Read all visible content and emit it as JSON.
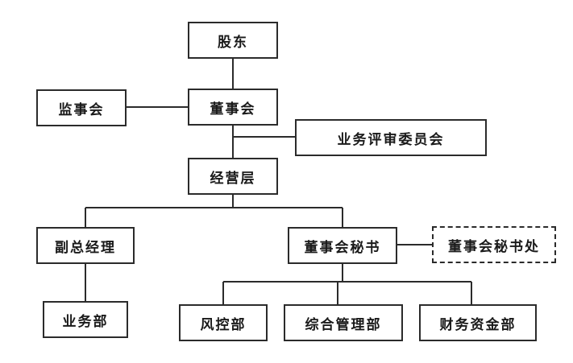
{
  "org_chart": {
    "shareholders": "股东",
    "supervisory_board": "监事会",
    "board_of_directors": "董事会",
    "business_review_committee": "业务评审委员会",
    "management": "经营层",
    "vice_general_manager": "副总经理",
    "board_secretary": "董事会秘书",
    "board_secretary_office": "董事会秘书处",
    "business_department": "业务部",
    "risk_control_department": "风控部",
    "general_management_department": "综合管理部",
    "finance_department": "财务资金部"
  }
}
